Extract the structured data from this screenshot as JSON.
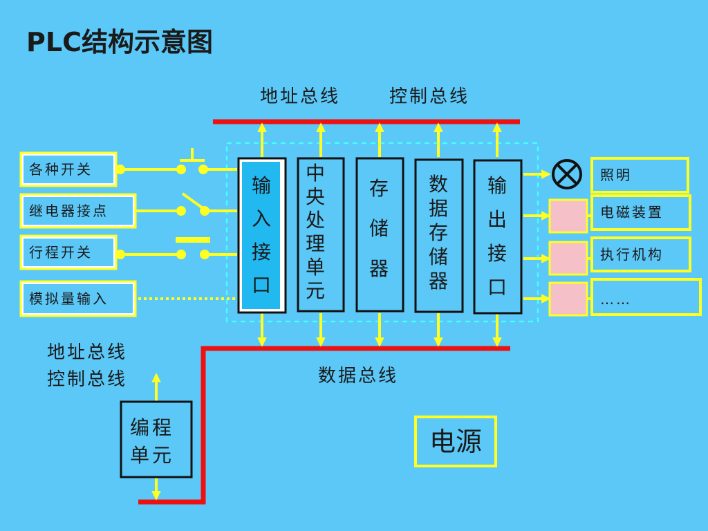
{
  "title": "PLC结构示意图",
  "bus_labels": {
    "address_bus": "地址总线",
    "control_bus": "控制总线",
    "data_bus": "数据总线",
    "left_address_bus": "地址总线",
    "left_control_bus": "控制总线"
  },
  "inputs": [
    "各种开关",
    "继电器接点",
    "行程开关",
    "模拟量输入"
  ],
  "blocks": [
    {
      "id": "input-interface",
      "chars": [
        "输",
        "入",
        "接",
        "口"
      ]
    },
    {
      "id": "cpu",
      "chars": [
        "中",
        "央",
        "处",
        "理",
        "单",
        "元"
      ]
    },
    {
      "id": "memory",
      "chars": [
        "存",
        "储",
        "器"
      ]
    },
    {
      "id": "data-memory",
      "chars": [
        "数",
        "据",
        "存",
        "储",
        "器"
      ]
    },
    {
      "id": "output-interface",
      "chars": [
        "输",
        "出",
        "接",
        "口"
      ]
    }
  ],
  "outputs": [
    "照明",
    "电磁装置",
    "执行机构",
    "……"
  ],
  "programming_unit": [
    "编程",
    "单元"
  ],
  "power": "电源",
  "colors": {
    "background": "#5bc8f8",
    "bus": "#ee1111",
    "arrow": "#ffff22",
    "box_border": "#ffff22",
    "block_border": "#111111",
    "input_interface_fill": "#22b8f0",
    "load_fill": "#f6c0c8",
    "dashed_boundary": "#44ffff"
  }
}
